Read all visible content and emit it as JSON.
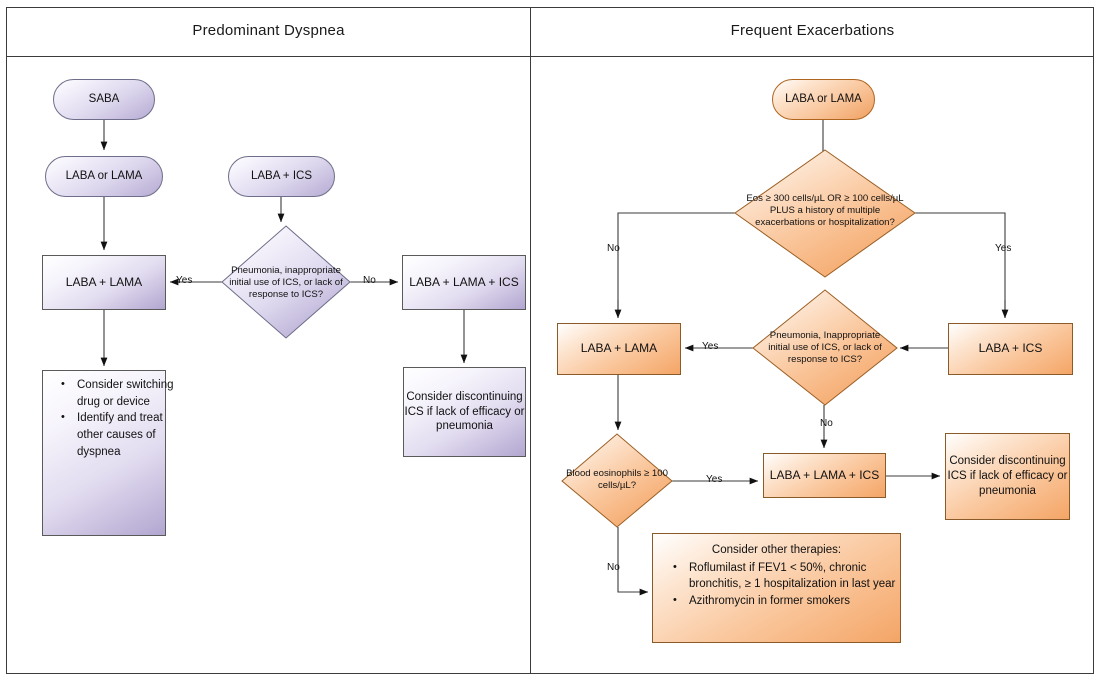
{
  "diagram": {
    "panels": {
      "left": {
        "title": "Predominant Dyspnea"
      },
      "right": {
        "title": "Frequent Exacerbations"
      }
    },
    "colors": {
      "purple_fill": "#ded8ee",
      "purple_stroke": "#6b6b86",
      "orange_fill": "#f9c69c",
      "orange_stroke": "#9a5f24",
      "frame_stroke": "#3b3b3b",
      "connector": "#3b3b3b"
    },
    "left_nodes": {
      "saba": "SABA",
      "laba_or_lama": "LABA or LAMA",
      "laba_lama": "LABA + LAMA",
      "laba_ics": "LABA + ICS",
      "pneumonia_diamond": "Pneumonia, inappropriate initial use of ICS, or lack of response to ICS?",
      "triple": "LABA + LAMA + ICS",
      "advice_lead": "",
      "advice_items": [
        "Consider switching drug or device",
        "Identify and treat other causes of dyspnea"
      ],
      "discontinue": "Consider discontinuing ICS if lack of efficacy or pneumonia"
    },
    "left_edges": {
      "yes": "Yes",
      "no": "No"
    },
    "right_nodes": {
      "laba_or_lama": "LABA or LAMA",
      "eos_diamond": "Eos ≥ 300 cells/µL OR ≥ 100 cells/µL PLUS a history of multiple exacerbations or hospitalization?",
      "laba_lama": "LABA + LAMA",
      "laba_ics": "LABA + ICS",
      "pneumonia_diamond": "Pneumonia, Inappropriate initial use of ICS, or lack of response to ICS?",
      "blood_eos_diamond": "Blood eosinophils ≥ 100 cells/µL?",
      "triple": "LABA + LAMA + ICS",
      "discontinue": "Consider discontinuing ICS if lack of efficacy or pneumonia",
      "other_lead": "Consider other therapies:",
      "other_items": [
        "Roflumilast if FEV1 < 50%, chronic bronchitis, ≥ 1 hospitalization in last year",
        "Azithromycin in former smokers"
      ]
    },
    "right_edges": {
      "eos_no": "No",
      "eos_yes": "Yes",
      "pneu_yes": "Yes",
      "pneu_no": "No",
      "blood_yes": "Yes",
      "blood_no": "No"
    }
  }
}
